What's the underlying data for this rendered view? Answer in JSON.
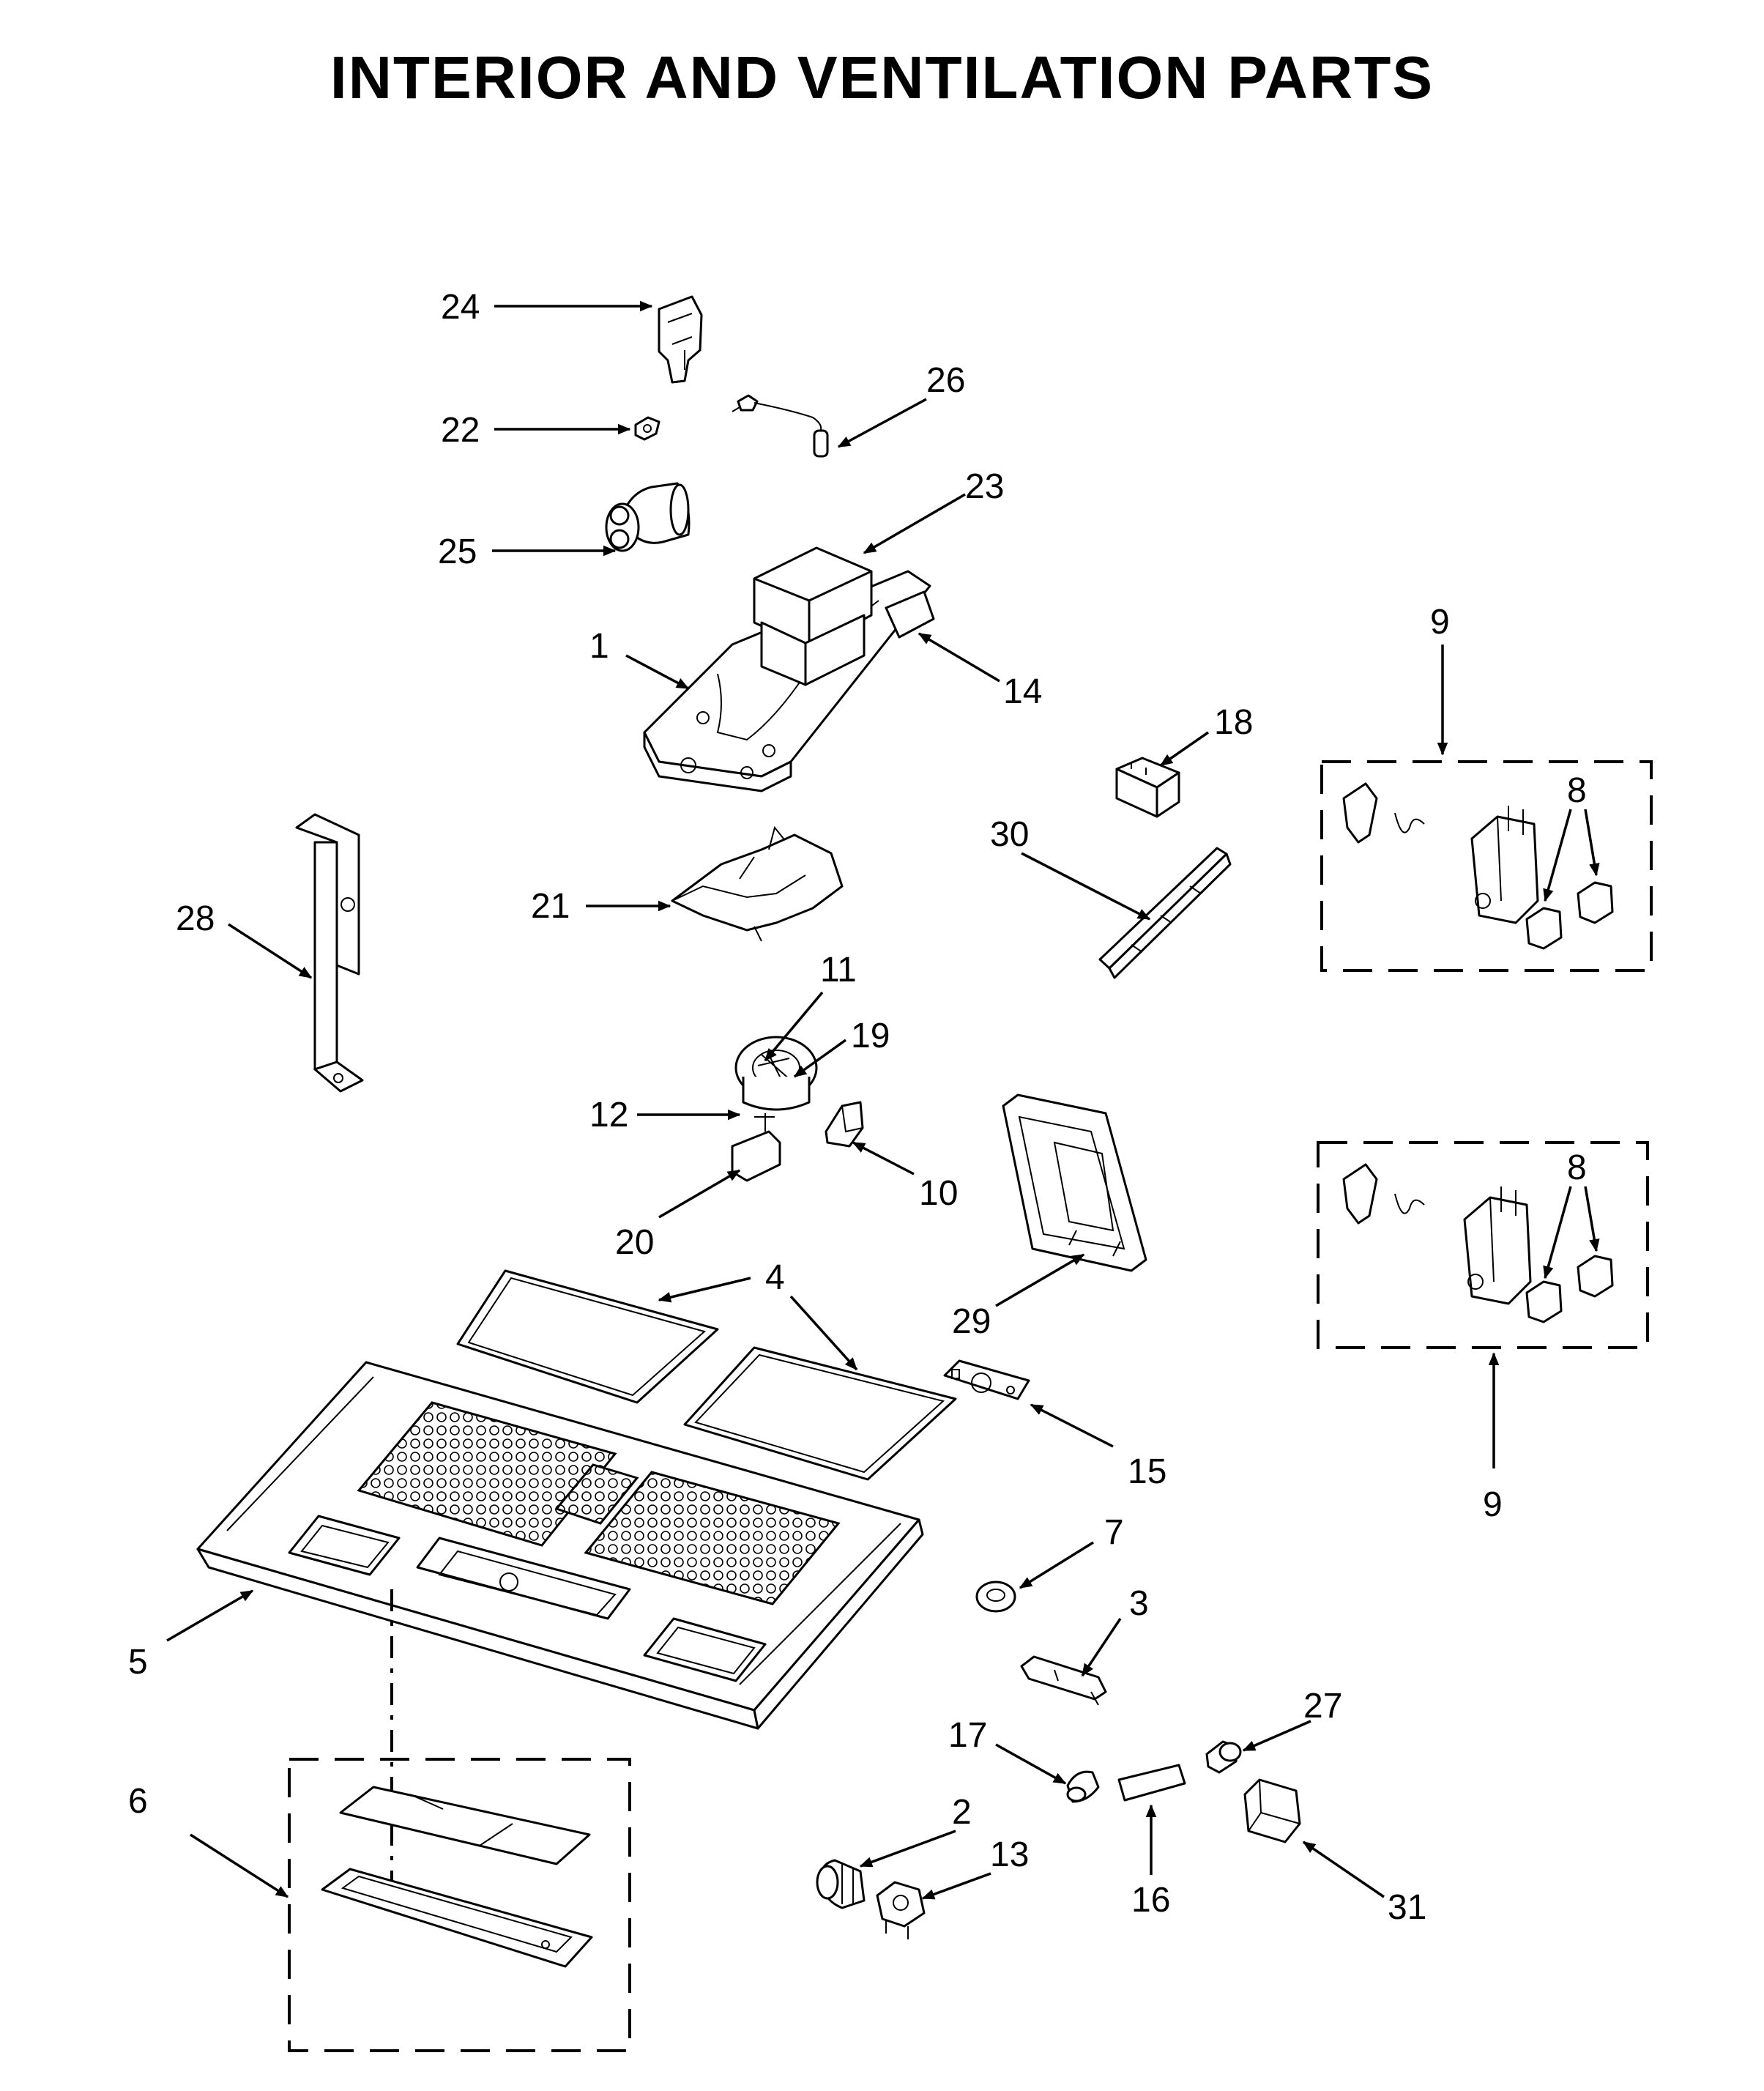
{
  "title": "INTERIOR AND VENTILATION PARTS",
  "callouts": [
    {
      "id": "c24",
      "text": "24"
    },
    {
      "id": "c22",
      "text": "22"
    },
    {
      "id": "c26",
      "text": "26"
    },
    {
      "id": "c25",
      "text": "25"
    },
    {
      "id": "c23",
      "text": "23"
    },
    {
      "id": "c1",
      "text": "1"
    },
    {
      "id": "c14",
      "text": "14"
    },
    {
      "id": "c9a",
      "text": "9"
    },
    {
      "id": "c18",
      "text": "18"
    },
    {
      "id": "c8a",
      "text": "8"
    },
    {
      "id": "c30",
      "text": "30"
    },
    {
      "id": "c28",
      "text": "28"
    },
    {
      "id": "c21",
      "text": "21"
    },
    {
      "id": "c11",
      "text": "11"
    },
    {
      "id": "c19",
      "text": "19"
    },
    {
      "id": "c12",
      "text": "12"
    },
    {
      "id": "c10",
      "text": "10"
    },
    {
      "id": "c20",
      "text": "20"
    },
    {
      "id": "c8b",
      "text": "8"
    },
    {
      "id": "c4",
      "text": "4"
    },
    {
      "id": "c29",
      "text": "29"
    },
    {
      "id": "c15",
      "text": "15"
    },
    {
      "id": "c9b",
      "text": "9"
    },
    {
      "id": "c7",
      "text": "7"
    },
    {
      "id": "c5",
      "text": "5"
    },
    {
      "id": "c3",
      "text": "3"
    },
    {
      "id": "c27",
      "text": "27"
    },
    {
      "id": "c17",
      "text": "17"
    },
    {
      "id": "c6",
      "text": "6"
    },
    {
      "id": "c2",
      "text": "2"
    },
    {
      "id": "c13",
      "text": "13"
    },
    {
      "id": "c16",
      "text": "16"
    },
    {
      "id": "c31",
      "text": "31"
    }
  ],
  "colors": {
    "ink": "#000000",
    "paper": "#ffffff"
  }
}
